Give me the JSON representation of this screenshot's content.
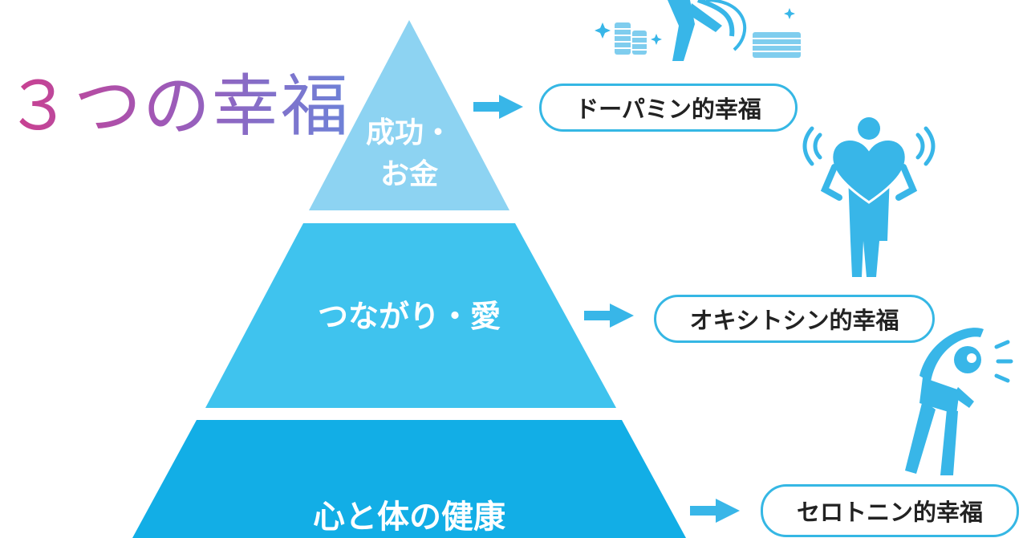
{
  "title": "３つの幸福",
  "colors": {
    "tier_top": "#8dd3f2",
    "tier_middle": "#3fc3ee",
    "tier_bottom": "#12aee6",
    "accent": "#35b7e4",
    "figure": "#38b6e8",
    "title_gradient": [
      "#cc3f8e",
      "#a058b6",
      "#6d82d8"
    ]
  },
  "pyramid": {
    "tiers": [
      {
        "label": "成功・\nお金",
        "hormone": "ドーパミン的幸福",
        "icon": "money-figure-icon"
      },
      {
        "label": "つながり・愛",
        "hormone": "オキシトシン的幸福",
        "icon": "heart-hug-figure-icon"
      },
      {
        "label": "心と体の健康",
        "hormone": "セロトニン的幸福",
        "icon": "stretching-figure-icon"
      }
    ]
  }
}
